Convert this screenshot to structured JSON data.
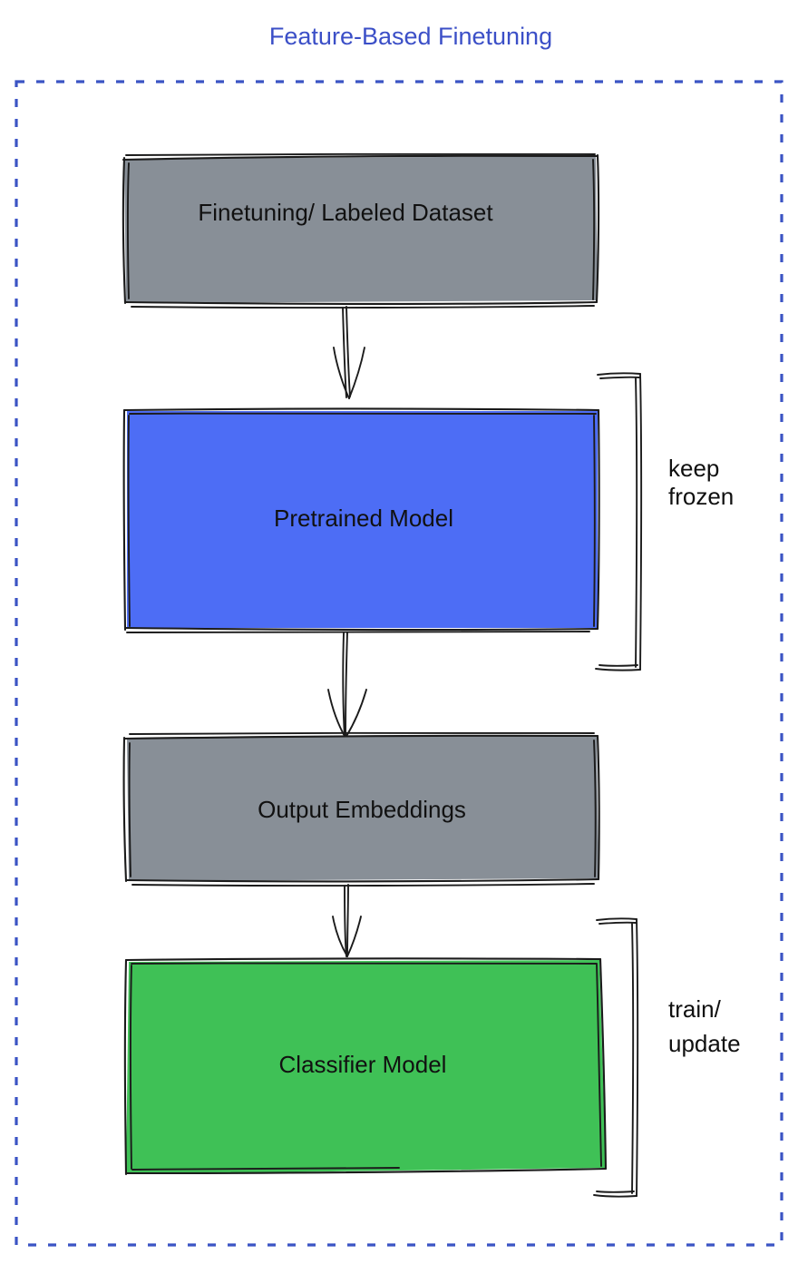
{
  "diagram": {
    "title": "Feature-Based Finetuning",
    "title_color": "#3b4fc7",
    "frame": {
      "name": "dashed-container",
      "border_color": "#3b54c4",
      "border_style": "dashed"
    },
    "nodes": [
      {
        "id": "dataset",
        "label": "Finetuning/ Labeled Dataset",
        "fill": "#888f97",
        "text_color": "#111111"
      },
      {
        "id": "pretrained",
        "label": "Pretrained Model",
        "fill": "#4d6df5",
        "text_color": "#111111"
      },
      {
        "id": "embeddings",
        "label": "Output Embeddings",
        "fill": "#888f97",
        "text_color": "#111111"
      },
      {
        "id": "classifier",
        "label": "Classifier Model",
        "fill": "#3fc156",
        "text_color": "#111111"
      }
    ],
    "edges": [
      {
        "id": "edge-dataset-pretrained",
        "from": "dataset",
        "to": "pretrained"
      },
      {
        "id": "edge-pretrained-embeddings",
        "from": "pretrained",
        "to": "embeddings"
      },
      {
        "id": "edge-embeddings-classifier",
        "from": "embeddings",
        "to": "classifier"
      }
    ],
    "annotations": [
      {
        "id": "keep-frozen",
        "target": "pretrained",
        "lines": [
          "keep",
          "frozen"
        ]
      },
      {
        "id": "train-update",
        "target": "classifier",
        "lines": [
          "train/",
          "update"
        ]
      }
    ]
  }
}
